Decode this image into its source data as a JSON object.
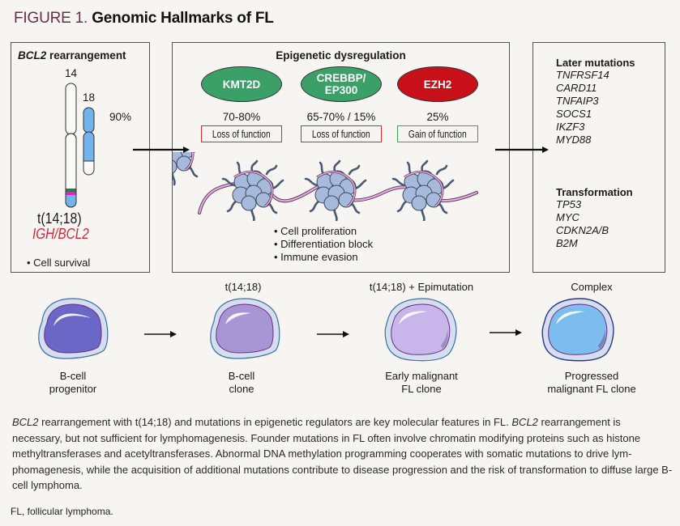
{
  "figure": {
    "number": "FIGURE 1.",
    "title": "Genomic Hallmarks of FL"
  },
  "bcl2_panel": {
    "heading_gene": "BCL2",
    "heading_rest": " rearrangement",
    "chromosome_a": "14",
    "chromosome_b": "18",
    "frequency": "90%",
    "translocation": "t(14;18)",
    "fusion": "IGH/BCL2",
    "effect": "• Cell survival"
  },
  "epigenetic_panel": {
    "heading": "Epigenetic dysregulation",
    "enzymes": [
      {
        "name_line1": "KMT2D",
        "name_line2": "",
        "frequency": "70-80%",
        "effect": "Loss of function",
        "fill": "#3aa068",
        "effect_color": "#e0262e"
      },
      {
        "name_line1": "CREBBP/",
        "name_line2": "EP300",
        "frequency": "65-70% / 15%",
        "effect": "Loss of function",
        "fill": "#3aa068",
        "effect_color": "#e0262e"
      },
      {
        "name_line1": "EZH2",
        "name_line2": "",
        "frequency": "25%",
        "effect": "Gain of function",
        "fill": "#c8101a",
        "effect_color": "#3aa54a"
      }
    ],
    "nucleosome_icon": "nucleosome-chromatin-icon",
    "effects": [
      "• Cell proliferation",
      "• Differentiation block",
      "• Immune evasion"
    ]
  },
  "later_panel": {
    "later_heading": "Later mutations",
    "later_genes": [
      "TNFRSF14",
      "CARD11",
      "TNFAIP3",
      "SOCS1",
      "IKZF3",
      "MYD88"
    ],
    "transformation_heading": "Transformation",
    "transformation_genes": [
      "TP53",
      "MYC",
      "CDKN2A/B",
      "B2M"
    ]
  },
  "stages": [
    {
      "label": "",
      "name_line1": "B-cell",
      "name_line2": "progenitor",
      "cell_color": "#6a67c6",
      "cell_icon": "b-cell-progenitor-icon"
    },
    {
      "label": "t(14;18)",
      "name_line1": "B-cell",
      "name_line2": "clone",
      "cell_color": "#a895d4",
      "cell_icon": "b-cell-clone-icon"
    },
    {
      "label": "t(14;18) + Epimutation",
      "name_line1": "Early malignant",
      "name_line2": "FL clone",
      "cell_color": "#c8b6ea",
      "cell_icon": "early-fl-clone-icon"
    },
    {
      "label": "Complex",
      "name_line1": "Progressed",
      "name_line2": "malignant FL clone",
      "cell_color": "#7cbcef",
      "cell_icon": "progressed-fl-clone-icon"
    }
  ],
  "caption": {
    "g1": "BCL2",
    "t1": " rearrangement with t(14;18) and mutations in epigenetic regulators are key molecular features in FL. ",
    "g2": "BCL2",
    "t2": " rearrangement is necessary, but not sufficient for lymphomagenesis. Founder mutations in FL often involve chromatin modifying proteins such as histone methyltransferases and acetyltransferases. Abnormal DNA methylation programming cooperates with somatic mutations to drive lym-phomagenesis, while the acquisition of additional mutations contribute to disease progression and the risk of transformation to diffuse large B-cell lymphoma."
  },
  "footnote": "FL, follicular lymphoma."
}
